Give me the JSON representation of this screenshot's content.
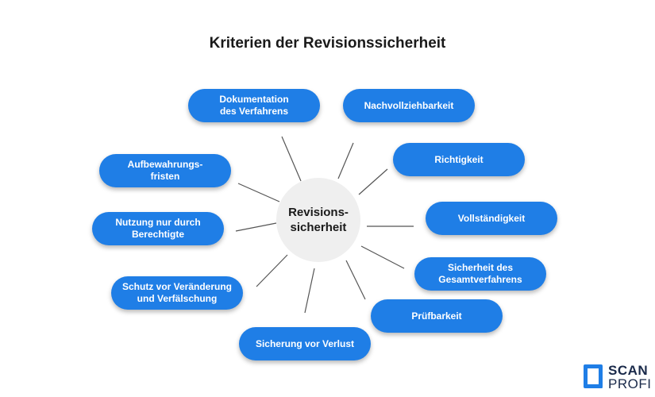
{
  "title": "Kriterien der Revisionssicherheit",
  "hub": "Revisions-\nsicherheit",
  "nodes": [
    "Dokumentation\ndes Verfahrens",
    "Nachvollziehbarkeit",
    "Aufbewahrungs-\nfristen",
    "Richtigkeit",
    "Nutzung nur durch\nBerechtigte",
    "Vollständigkeit",
    "Sicherheit des\nGesamtverfahrens",
    "Schutz vor Veränderung\nund Verfälschung",
    "Prüfbarkeit",
    "Sicherung vor Verlust"
  ],
  "logo": {
    "line1": "SCAN",
    "line2": "PROFI"
  },
  "colors": {
    "node": "#1f7ee6",
    "hub": "#efefef",
    "line": "#555555"
  }
}
